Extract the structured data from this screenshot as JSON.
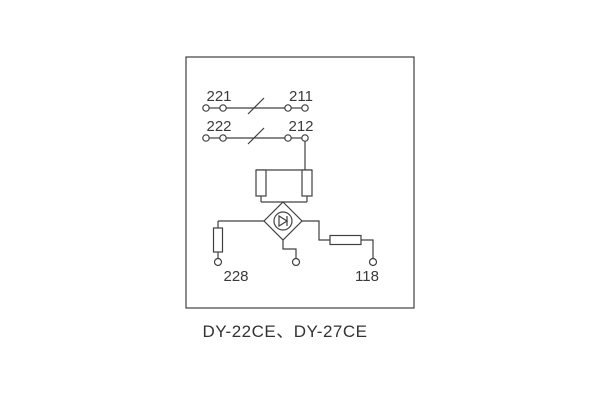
{
  "diagram": {
    "contacts": {
      "row1": {
        "left_label": "221",
        "right_label": "211"
      },
      "row2": {
        "left_label": "222",
        "right_label": "212"
      }
    },
    "terminals": {
      "bottom_left": "228",
      "bottom_right": "118"
    },
    "caption": "DY-22CE、DY-27CE",
    "colors": {
      "line": "#404040",
      "background": "#ffffff"
    }
  }
}
